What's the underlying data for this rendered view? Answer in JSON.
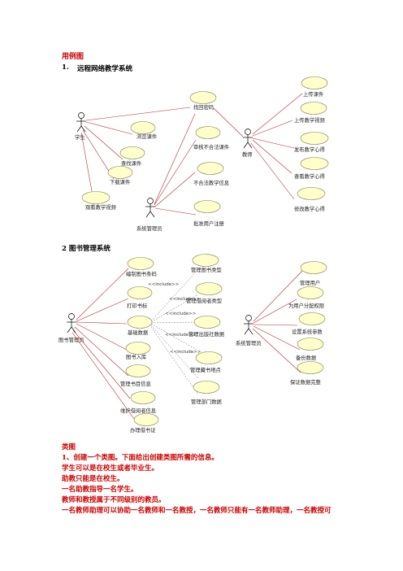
{
  "heading": "用例图",
  "section1": {
    "number": "1.",
    "title": "远程网络教学系统"
  },
  "diagram1": {
    "actors": [
      "学生",
      "教师",
      "系统管理员"
    ],
    "usecases": [
      "找回密码",
      "浏览课件",
      "查找课件",
      "下载课件",
      "观看教学视频",
      "上传课件",
      "上传教学视频",
      "审核不合法课件",
      "发布教学心得",
      "查看教学心得",
      "不合法教学信息",
      "修改教学心得",
      "批准用户注册"
    ]
  },
  "section2": {
    "title": "2 图书管理系统"
  },
  "diagram2": {
    "actors": [
      "图书管理员",
      "系统管理员"
    ],
    "usecases": [
      "编制图书条码",
      "管理图书类型",
      "打印书标",
      "管理借阅者类型",
      "基础数据",
      "管理出版社数据",
      "图书入库",
      "管理藏书地点",
      "管理书目信息",
      "管理部门数据",
      "维护借阅者信息",
      "办理借书证",
      "管理用户",
      "为用户分配权限",
      "设置系统参数",
      "备份数据",
      "保证数据完整"
    ],
    "include_label": "<<include>>"
  },
  "class_section": {
    "heading": "类图",
    "lines": [
      "1、创建一个类图。下面给出创建类图所需的信息。",
      "学生可以是在校生或者毕业生。",
      "助教只能是在校生。",
      "一名助教指导一名学生。",
      "教师和教授属于不同级别的教员。",
      "一名教师助理可以协助一名教师和一名教授，一名教师只能有一名教师助理，一名教授可"
    ]
  }
}
